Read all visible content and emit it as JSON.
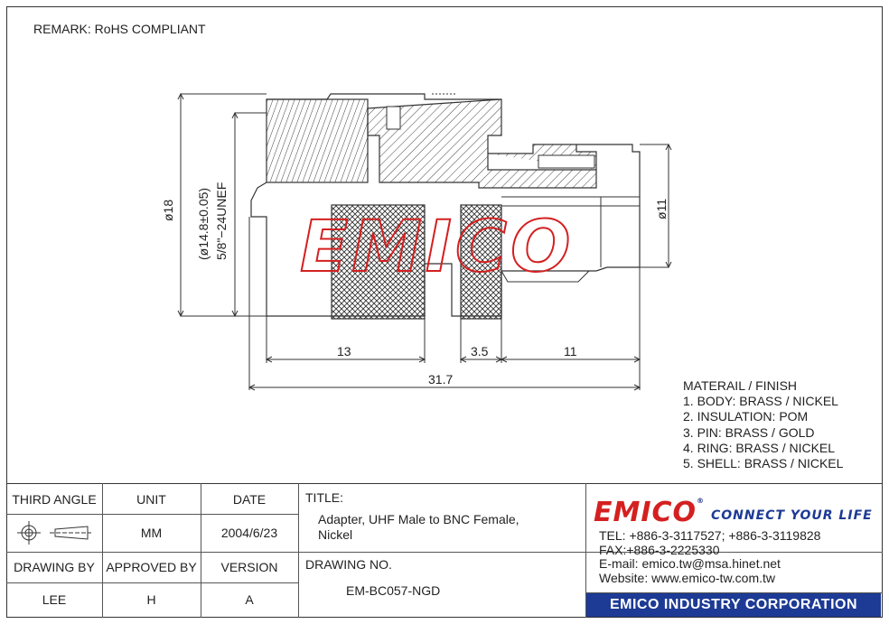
{
  "remark": "REMARK: RoHS COMPLIANT",
  "dimensions": {
    "d18": "ø18",
    "d14": "(ø14.8±0.05)",
    "thread": "5/8\"−24UNEF",
    "d11": "ø11",
    "len13": "13",
    "len35": "3.5",
    "len11": "11",
    "len317": "31.7"
  },
  "watermark": "EMICO",
  "material": {
    "heading": "MATERAIL / FINISH",
    "items": [
      "1. BODY: BRASS / NICKEL",
      "2. INSULATION: POM",
      "3. PIN: BRASS / GOLD",
      "4. RING: BRASS / NICKEL",
      "5. SHELL: BRASS / NICKEL"
    ]
  },
  "titleblock": {
    "third_angle": "THIRD ANGLE",
    "unit_label": "UNIT",
    "date_label": "DATE",
    "unit": "MM",
    "date": "2004/6/23",
    "drawing_by_label": "DRAWING BY",
    "approved_by_label": "APPROVED BY",
    "version_label": "VERSION",
    "drawing_by": "LEE",
    "approved_by": "H",
    "version": "A",
    "title_label": "TITLE:",
    "title": "Adapter, UHF Male to BNC Female, Nickel",
    "drawing_no_label": "DRAWING NO.",
    "drawing_no": "EM-BC057-NGD"
  },
  "company": {
    "logo": "EMICO",
    "reg_mark": "®",
    "slogan": "CONNECT YOUR LIFE",
    "tel": "TEL: +886-3-3117527; +886-3-3119828",
    "fax": "FAX:+886-3-2225330",
    "email": "E-mail: emico.tw@msa.hinet.net",
    "website": "Website: www.emico-tw.com.tw",
    "corp": "EMICO INDUSTRY CORPORATION"
  },
  "colors": {
    "watermark": "#d42020",
    "brand_blue": "#1d3a94",
    "line": "#333333"
  }
}
